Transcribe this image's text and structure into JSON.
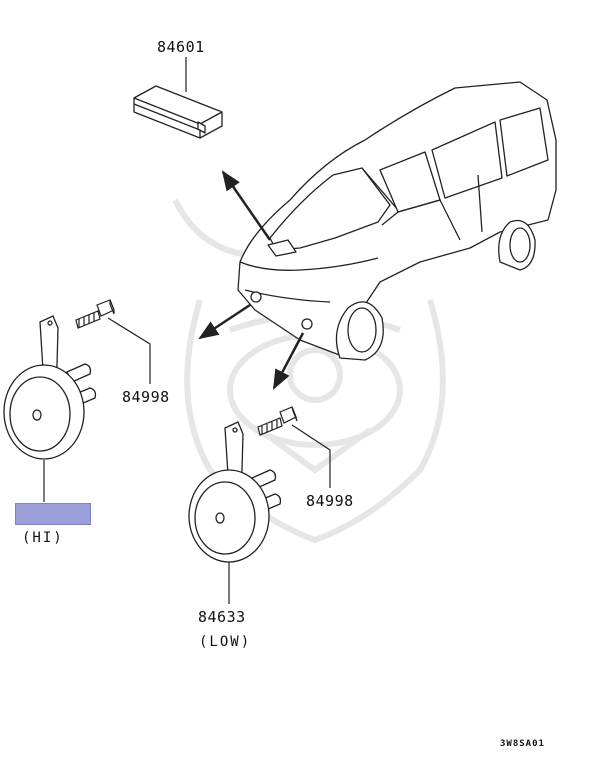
{
  "parts": {
    "control_unit": {
      "part_number": "84601"
    },
    "bolt_upper": {
      "part_number": "84998"
    },
    "bolt_lower": {
      "part_number": "84998"
    },
    "horn_hi": {
      "label": "(HI)"
    },
    "horn_low": {
      "part_number": "84633",
      "label": "(LOW)"
    }
  },
  "diagram_code": "3W8SA01",
  "colors": {
    "line": "#222222",
    "highlight": "#9b9fd9",
    "watermark": "#e6e6e6"
  }
}
